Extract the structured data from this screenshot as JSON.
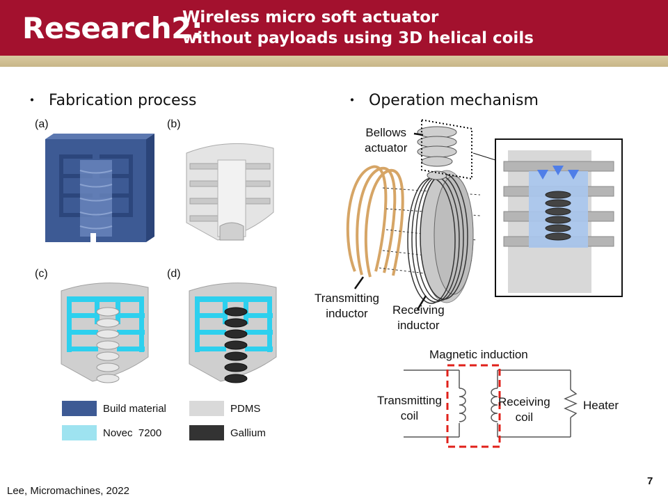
{
  "header": {
    "title_main": "Research2:",
    "title_sub_line1": "Wireless micro soft actuator",
    "title_sub_line2": "without payloads using 3D helical coils",
    "accent_color": "#a3112e"
  },
  "left_section": {
    "heading": "Fabrication process",
    "bullet": "・",
    "panels": [
      {
        "label": "(a)",
        "icon": "build-material-block-figure"
      },
      {
        "label": "(b)",
        "icon": "pdms-mold-figure"
      },
      {
        "label": "(c)",
        "icon": "novec-filled-figure"
      },
      {
        "label": "(d)",
        "icon": "gallium-filled-figure"
      }
    ],
    "legend": [
      {
        "label": "Build material",
        "color": "#3d5a94"
      },
      {
        "label": "PDMS",
        "color": "#d9d9d9"
      },
      {
        "label": "Novec  7200",
        "color": "#9ee3f0"
      },
      {
        "label": "Gallium",
        "color": "#333333"
      }
    ]
  },
  "right_section": {
    "heading": "Operation mechanism",
    "bullet": "・",
    "bellows_line1": "Bellows",
    "bellows_line2": "actuator",
    "transmitting_line1": "Transmitting",
    "transmitting_line2": "inductor",
    "receiving_line1": "Receiving",
    "receiving_line2": "inductor"
  },
  "circuit": {
    "title": "Magnetic induction",
    "tx_line1": "Transmitting",
    "tx_line2": "coil",
    "rx_line1": "Receiving",
    "rx_line2": "coil",
    "heater": "Heater"
  },
  "footer": {
    "citation": "Lee, Micromachines, 2022",
    "page_number": "7"
  }
}
